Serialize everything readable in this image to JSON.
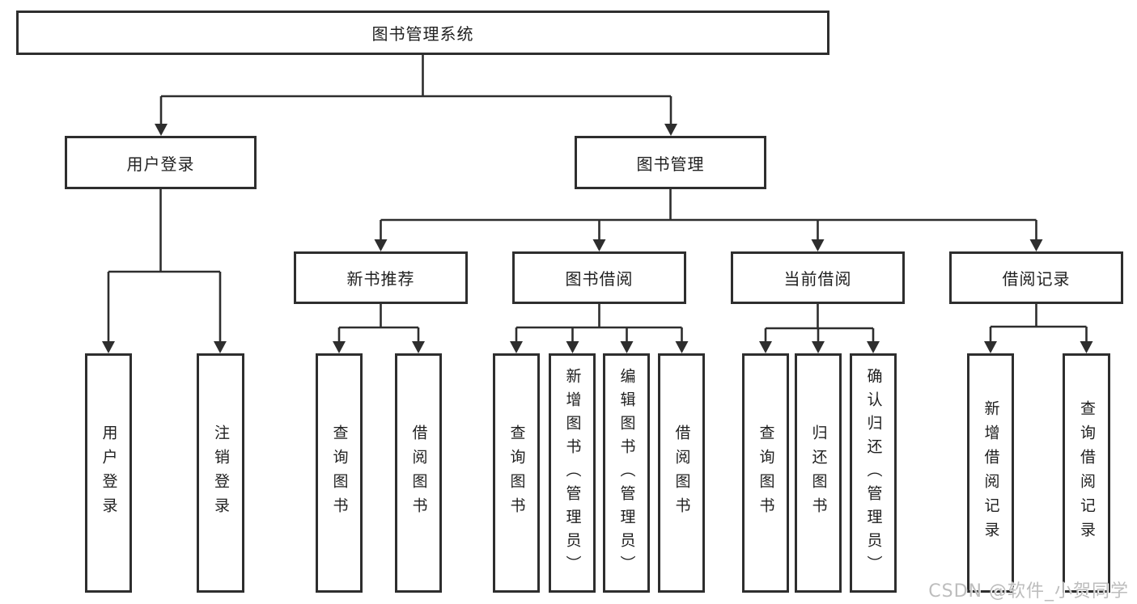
{
  "tree": {
    "root": {
      "label": "图书管理系统"
    },
    "branches": [
      {
        "label": "用户登录",
        "children": [
          {
            "label": "用户登录"
          },
          {
            "label": "注销登录"
          }
        ]
      },
      {
        "label": "图书管理",
        "children": [
          {
            "label": "新书推荐",
            "children": [
              {
                "label": "查询图书"
              },
              {
                "label": "借阅图书"
              }
            ]
          },
          {
            "label": "图书借阅",
            "children": [
              {
                "label": "查询图书"
              },
              {
                "label": "新增图书（管理员）"
              },
              {
                "label": "编辑图书（管理员）"
              },
              {
                "label": "借阅图书"
              }
            ]
          },
          {
            "label": "当前借阅",
            "children": [
              {
                "label": "查询图书"
              },
              {
                "label": "归还图书"
              },
              {
                "label": "确认归还（管理员）"
              }
            ]
          },
          {
            "label": "借阅记录",
            "children": [
              {
                "label": "新增借阅记录"
              },
              {
                "label": "查询借阅记录"
              }
            ]
          }
        ]
      }
    ]
  },
  "watermark": {
    "text": "CSDN @软件_小贺同学"
  },
  "colors": {
    "line": "#2e2e2e",
    "box_border": "#2e2e2e",
    "text": "#1f1f1f",
    "background": "#ffffff",
    "watermark": "#bdbdbd"
  }
}
